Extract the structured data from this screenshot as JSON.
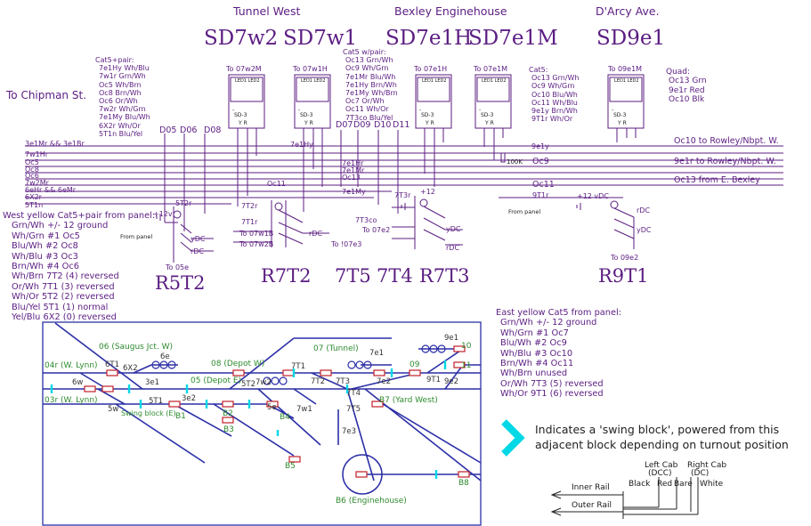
{
  "headers": [
    "Tunnel West",
    "Bexley Enginehouse",
    "D'Arcy Ave."
  ],
  "boards": [
    "SD7w2",
    "SD7w1",
    "SD7e1H",
    "SD7e1M",
    "SD9e1"
  ],
  "to_chipman": "To Chipman St.",
  "cat5_left": {
    "title": "Cat5+pair:",
    "rows": [
      "7e1Hy    Wh/Blu",
      "7w1r      Grn/Wh",
      "Oc5        Wh/Brn",
      "Oc8        Brn/Wh",
      "Oc6        Or/Wh",
      "7w2r       Wh/Grn",
      "7e1My     Blu/Wh",
      "6X2r       Wh/Or",
      "5T1n       Blu/Yel"
    ]
  },
  "cat5_mid": {
    "title": "Cat5 w/pair:",
    "rows": [
      "Oc13  Grn/Wh",
      "Oc9   Wh/Grn",
      "7e1Mr Blu/Wh",
      "7e1Hy Brn/Wh",
      "7e1My Wh/Brn",
      "Oc7   Or/Wh",
      "Oc11  Wh/Or",
      "7T3co Blu/Yel"
    ]
  },
  "cat5_right": {
    "title": "Cat5:",
    "rows": [
      "Oc13  Grn/Wh",
      "Oc9   Wh/Grn",
      "Oc10  Blu/Wh",
      "Oc11  Wh/Blu",
      "9e1y  Brn/Wh",
      "9T1r  Wh/Or"
    ]
  },
  "quad": {
    "title": "Quad:",
    "rows": [
      "Oc13 Grn",
      "9e1r Red",
      "Oc10 Blk"
    ]
  },
  "board_tops": [
    "To 07w2M",
    "To 07w1H",
    "To 07e1H",
    "To 07e1M",
    "To 09e1M"
  ],
  "board_labels": {
    "chip": "SD-3",
    "leds": "LED1  LED2",
    "yr": "Y   R",
    "minus": "-"
  },
  "d_labels": [
    "D05",
    "D06",
    "D08",
    "D07",
    "D09",
    "D10",
    "D11"
  ],
  "bus_left": [
    "3e1Mr && 3e1Br",
    "7w1Hr",
    "Oc5",
    "Oc8",
    "Oc6",
    "7w2Mr",
    "6eHr && 6eMr",
    "6X2r",
    "5T1n"
  ],
  "bus_mid": [
    "7e1Hy",
    "Oc11",
    "7e1Hr",
    "7e1Mr",
    "Oc13",
    "7e1My"
  ],
  "bus_right_top": [
    "9e1y",
    "100K",
    "Oc9",
    "Oc11",
    "9T1r"
  ],
  "to_right": [
    "Oc10 to Rowley/Nbpt. W.",
    "9e1r to Rowley/Nbpt. W.",
    "Oc13 from E. Bexley"
  ],
  "sw_labels": {
    "5T2r": "5T2r",
    "p12v": "+12v",
    "from_panel_l": "From panel",
    "ydc_l": "yDC",
    "rdc_l": "rDC",
    "to05e": "To 05e",
    "7T2r": "7T2r",
    "7T1r": "7T1r",
    "to07w1b": "To 07w1B",
    "to07w2b": "To 07w2B",
    "rdc_m": "rDC",
    "7T3r": "7T3r",
    "p12_m": "+12",
    "7T3co": "7T3co",
    "to07e2": "To 07e2",
    "to07e3": "To !07e3",
    "ydc_m": "yDC",
    "rdc_m2": "rDC",
    "p12vdc": "+12 vDC",
    "from_panel_r": "From panel",
    "rdc_r": "rDC",
    "ydc_r": "yDC",
    "to09e2": "To 09e2"
  },
  "section_titles": [
    "R5T2",
    "R7T2",
    "7T5",
    "7T4",
    "R7T3",
    "R9T1"
  ],
  "west_panel": {
    "title": "West yellow Cat5+pair from panel:",
    "rows": [
      "Grn/Wh  +/- 12 ground",
      "Wh/Grn   #1 Oc5",
      "Blu/Wh   #2  Oc8",
      "Wh/Blu   #3  Oc3",
      "Brn/Wh   #4  Oc6",
      "Wh/Brn   7T2 (4) reversed",
      "Or/Wh   7T1 (3) reversed",
      "Wh/Or   5T2 (2) reversed",
      "Blu/Yel  5T1 (1) normal",
      "Yel/Blu  6X2 (0) reversed"
    ]
  },
  "east_panel": {
    "title": "East yellow Cat5 from panel:",
    "rows": [
      "Grn/Wh  +/- 12 ground",
      "Wh/Grn   #1 Oc7",
      "Blu/Wh   #2  Oc9",
      "Wh/Blu   #3  Oc10",
      "Brn/Wh   #4  Oc11",
      "Wh/Brn    unused",
      "Or/Wh   7T3 (5) reversed",
      "Wh/Or   9T1 (6) reversed"
    ]
  },
  "track": {
    "green": [
      "06 (Saugus Jct. W)",
      "07 (Tunnel)",
      "08 (Depot W)",
      "05 (Depot E)",
      "04r (W. Lynn)",
      "03r (W. Lynn)",
      "Swing block (E)",
      "B7 (Yard West)",
      "B6 (Enginehouse)",
      "B1",
      "B2",
      "B3",
      "B4",
      "B5",
      "B8",
      "09",
      "10",
      "11"
    ],
    "black": [
      "6e",
      "6T1",
      "6X2",
      "6w",
      "3e1",
      "3e2",
      "5T1",
      "5w",
      "5T2",
      "7w2",
      "7T1",
      "7T2",
      "7T3",
      "7w1",
      "5e",
      "7e1",
      "7e2",
      "7T4",
      "7T5",
      "7e3",
      "9e1",
      "9T1",
      "9e2"
    ]
  },
  "legend": {
    "text1": "Indicates a 'swing block', powered from this",
    "text2": "adjacent block depending on turnout position",
    "left_cab": "Left Cab",
    "left_cab_sub": "(DCC)",
    "right_cab": "Right Cab",
    "right_cab_sub": "(DC)",
    "black": "Black",
    "red": "Red",
    "bare": "Bare",
    "white": "White",
    "inner": "Inner Rail",
    "outer": "Outer Rail"
  },
  "colors": {
    "wire": "#5b1d82",
    "track": "#2b2fa6",
    "cyan": "#00d8e6",
    "red": "#c0202a",
    "green": "#2e8b2e"
  }
}
